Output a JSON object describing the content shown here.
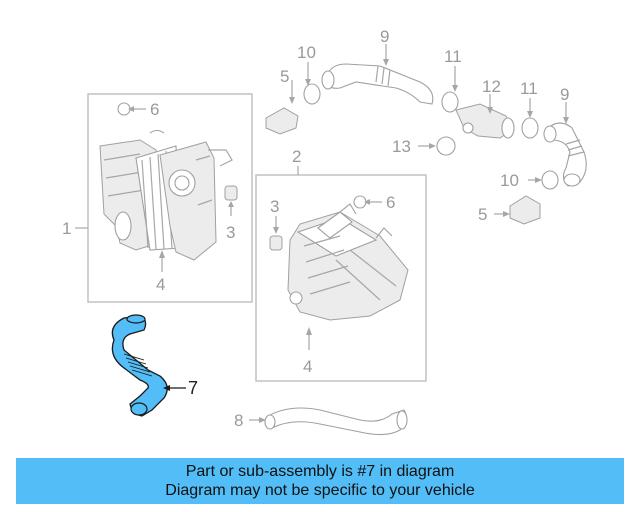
{
  "banner": {
    "line1": "Part or sub-assembly is #7 in diagram",
    "line2": "Diagram may not be specific to your vehicle"
  },
  "callouts": {
    "c1": "1",
    "c2": "2",
    "c3a": "3",
    "c3b": "3",
    "c4a": "4",
    "c4b": "4",
    "c5a": "5",
    "c5b": "5",
    "c6a": "6",
    "c6b": "6",
    "c7": "7",
    "c8": "8",
    "c9a": "9",
    "c9b": "9",
    "c10a": "10",
    "c10b": "10",
    "c11a": "11",
    "c11b": "11",
    "c12": "12",
    "c13": "13"
  },
  "highlight_color": "#52bdf6",
  "colors": {
    "banner": "#52bdf6",
    "lines": "#a6a6a6",
    "highlight_part": "#52bdf6"
  }
}
